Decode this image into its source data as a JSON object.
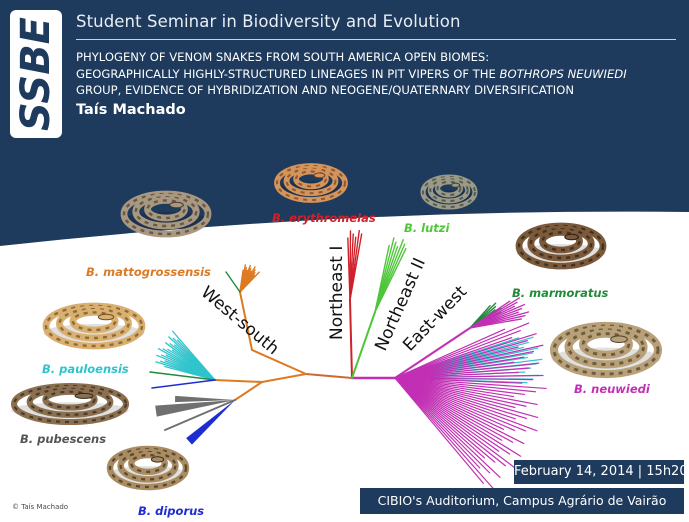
{
  "header": {
    "logo_text": "SSBE",
    "series_title": "Student Seminar in Biodiversity and Evolution",
    "title_line1": "PHYLOGENY OF VENOM SNAKES FROM SOUTH AMERICA OPEN BIOMES:",
    "title_line2_part1": "GEOGRAPHICALLY HIGHLY-STRUCTURED LINEAGES IN PIT VIPERS OF THE ",
    "title_line2_italic": "BOTHROPS NEUWIEDI",
    "title_line3": "GROUP, EVIDENCE OF HYBRIDIZATION AND NEOGENE/QUATERNARY DIVERSIFICATION",
    "speaker": "Taís Machado"
  },
  "clades": {
    "west_south": "West-south",
    "northeast_1": "Northeast I",
    "northeast_2": "Northeast II",
    "east_west": "East-west"
  },
  "species": {
    "erythromelas": "B. erythromelas",
    "lutzi": "B. lutzi",
    "mattogrossensis": "B. mattogrossensis",
    "marmoratus": "B. marmoratus",
    "pauloensis": "B. pauloensis",
    "neuwiedi": "B. neuwiedi",
    "pubescens": "B. pubescens",
    "diporus": "B. diporus"
  },
  "colors": {
    "header_blue": "#1e3a5c",
    "erythromelas": "#d0202a",
    "lutzi": "#4fc63a",
    "mattogrossensis": "#dd7a22",
    "marmoratus": "#228a3a",
    "pauloensis": "#2fc4cc",
    "neuwiedi": "#c22fb4",
    "pubescens": "#707070",
    "diporus": "#1e2dcf"
  },
  "footer": {
    "date": "February 14, 2014 | 15h20",
    "venue": "CIBIO's Auditorium, Campus Agrário de Vairão",
    "copyright": "© Taís Machado"
  }
}
